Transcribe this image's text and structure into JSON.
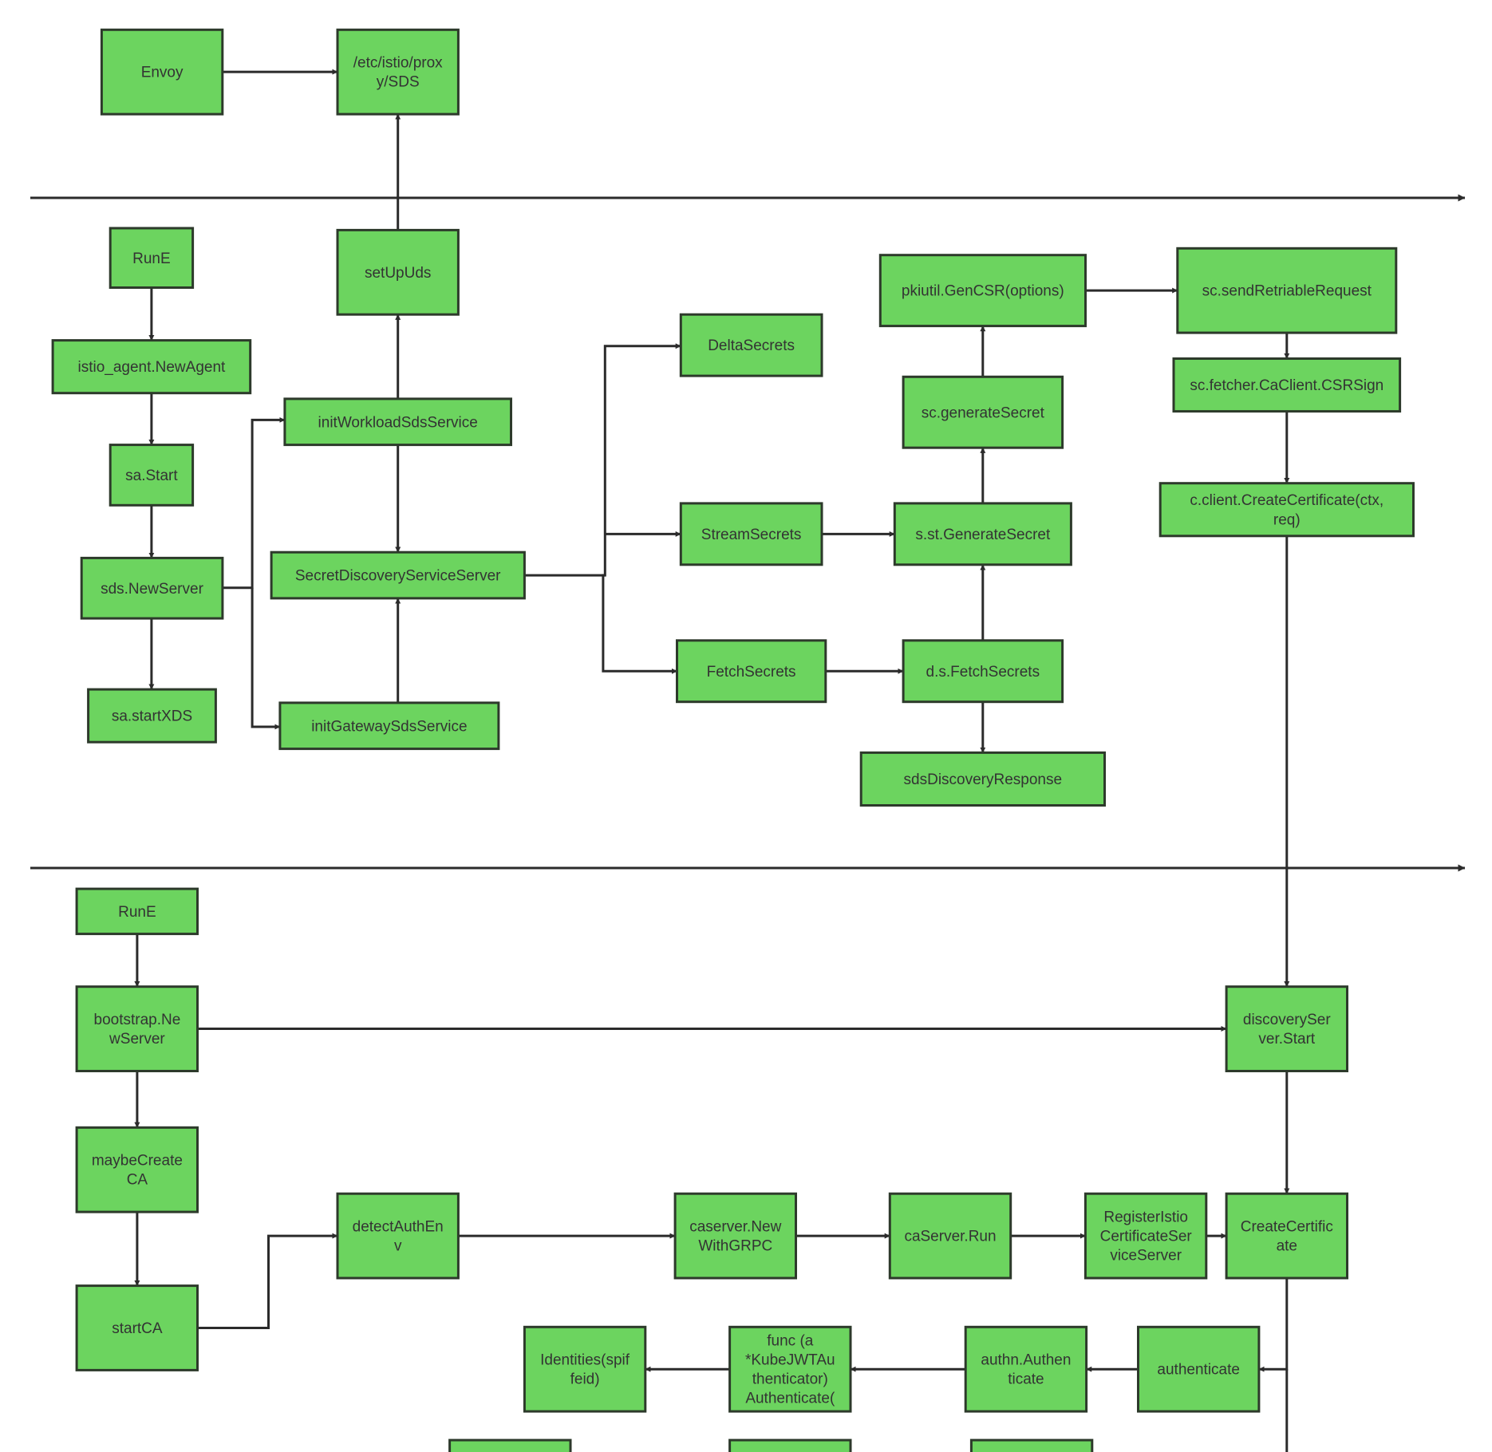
{
  "nodes": {
    "envoy": "Envoy",
    "etc_sds": "/etc/istio/prox|y/SDS",
    "rune_agent": "RunE",
    "setupuds": "setUpUds",
    "new_agent": "istio_agent.NewAgent",
    "sa_start": "sa.Start",
    "sds_newserver": "sds.NewServer",
    "sa_startxds": "sa.startXDS",
    "init_workload": "initWorkloadSdsService",
    "sds_server": "SecretDiscoveryServiceServer",
    "init_gateway": "initGatewaySdsService",
    "delta_secrets": "DeltaSecrets",
    "stream_secrets": "StreamSecrets",
    "fetch_secrets": "FetchSecrets",
    "pkiutil_gencsr": "pkiutil.GenCSR(options)",
    "sc_generate_secret": "sc.generateSecret",
    "s_st_generate_secret": "s.st.GenerateSecret",
    "d_s_fetch_secrets": "d.s.FetchSecrets",
    "sds_discovery_response": "sdsDiscoveryResponse",
    "sc_send_retriable": "sc.sendRetriableRequest",
    "sc_fetcher_csrsign": "sc.fetcher.CaClient.CSRSign",
    "c_client_create_cert": "c.client.CreateCertificate(ctx,|req)",
    "rune_pilot": "RunE",
    "bootstrap_newserver": "bootstrap.Ne|wServer",
    "maybe_create_ca": "maybeCreate|CA",
    "start_ca": "startCA",
    "detect_authenv": "detectAuthEn|v",
    "caserver_newgrpc": "caserver.New|WithGRPC",
    "caserver_run": "caServer.Run",
    "register_istio": "RegisterIstio|CertificateSer|viceServer",
    "create_certificate": "CreateCertific|ate",
    "discovery_server_start": "discoverySer|ver.Start",
    "authenticate": "authenticate",
    "authn_authenticate": "authn.Authen|ticate",
    "func_kubejwt": "func (a|*KubeJWTAu|thenticator)|Authenticate(",
    "identities": "Identities(spif|feid)",
    "bottom_1": "",
    "bottom_2": "",
    "bottom_3": ""
  }
}
